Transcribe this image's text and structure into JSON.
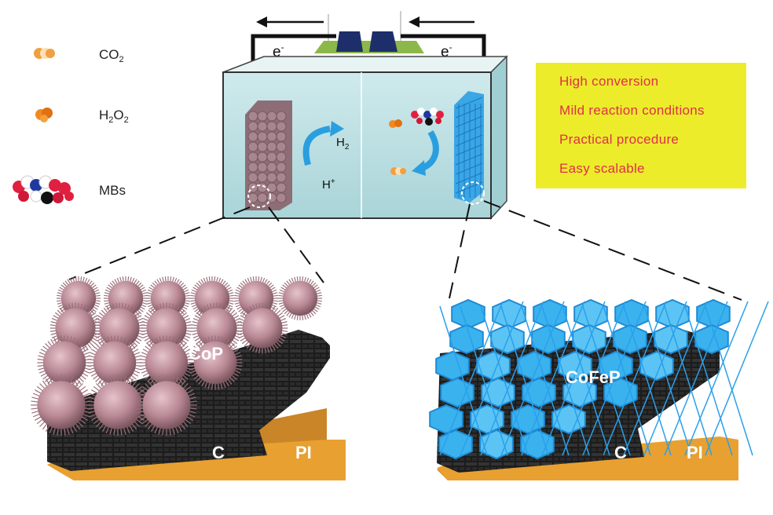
{
  "legend": {
    "items": [
      {
        "label_main": "CO",
        "label_sub": "2",
        "icon": "co2-molecule-icon"
      },
      {
        "label_main": "H",
        "label_sub1": "2",
        "label_mid": "O",
        "label_sub2": "2",
        "icon": "h2o2-molecule-icon"
      },
      {
        "label_main": "MBs",
        "icon": "methylene-blue-molecule-icon"
      }
    ]
  },
  "cell": {
    "left_electron": "e",
    "right_electron": "e",
    "electron_sup": "-",
    "h2_main": "H",
    "h2_sub": "2",
    "hplus_main": "H",
    "hplus_sup": "+"
  },
  "features": [
    "High conversion",
    "Mild reaction conditions",
    "Practical procedure",
    "Easy scalable"
  ],
  "left_panel": {
    "catalyst": "CoP",
    "layer_c": "C",
    "layer_pi": "PI"
  },
  "right_panel": {
    "catalyst": "CoFeP",
    "layer_c": "C",
    "layer_pi": "PI"
  },
  "colors": {
    "features_bg": "#ecec2a",
    "features_text": "#e0304a",
    "water": "#b9dee0",
    "pi_layer": "#e8a030",
    "carbon_layer": "#1c1c1c",
    "cop_spheres": "#b88894",
    "cofep_mesh": "#36b0ee",
    "arrow_blue": "#2a9fe0"
  }
}
